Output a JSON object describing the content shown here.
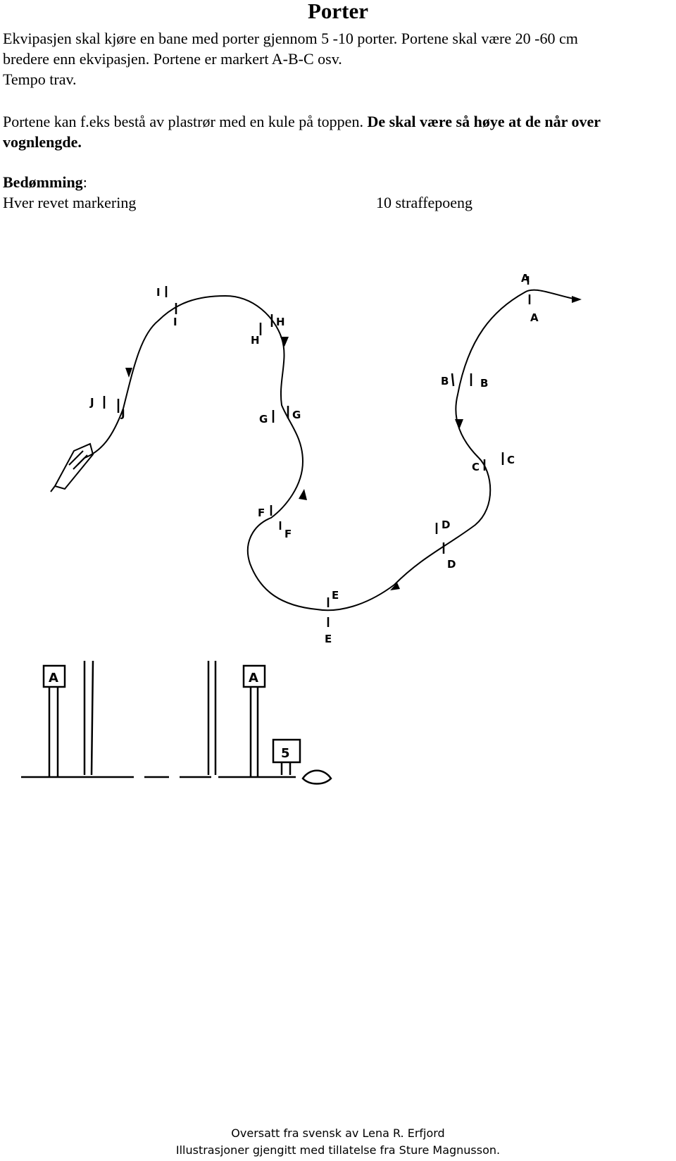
{
  "title": "Porter",
  "paragraph1": {
    "line1": "Ekvipasjen skal kjøre en bane med porter gjennom 5 -10 porter. Portene skal være 20 -60 cm",
    "line2": "bredere enn ekvipasjen. Portene er markert A-B-C osv.",
    "line3": "Tempo trav."
  },
  "paragraph2": {
    "normal": "Portene kan f.eks bestå av plastrør med en kule på toppen. ",
    "bold": "De skal være så høye at de når over vognlengde."
  },
  "judging": {
    "heading": "Bedømming",
    "colon": ":",
    "item_label": "Hver revet markering",
    "item_value": "10 straffepoeng"
  },
  "course": {
    "gate_labels": [
      "A",
      "B",
      "C",
      "D",
      "E",
      "F",
      "G",
      "H",
      "I",
      "J"
    ]
  },
  "gate_sketch": {
    "sign_letter": "A",
    "number_sign": "5"
  },
  "footer": {
    "line1": "Oversatt fra svensk av Lena R. Erfjord",
    "line2": "Illustrasjoner gjengitt med tillatelse fra Sture Magnusson."
  }
}
